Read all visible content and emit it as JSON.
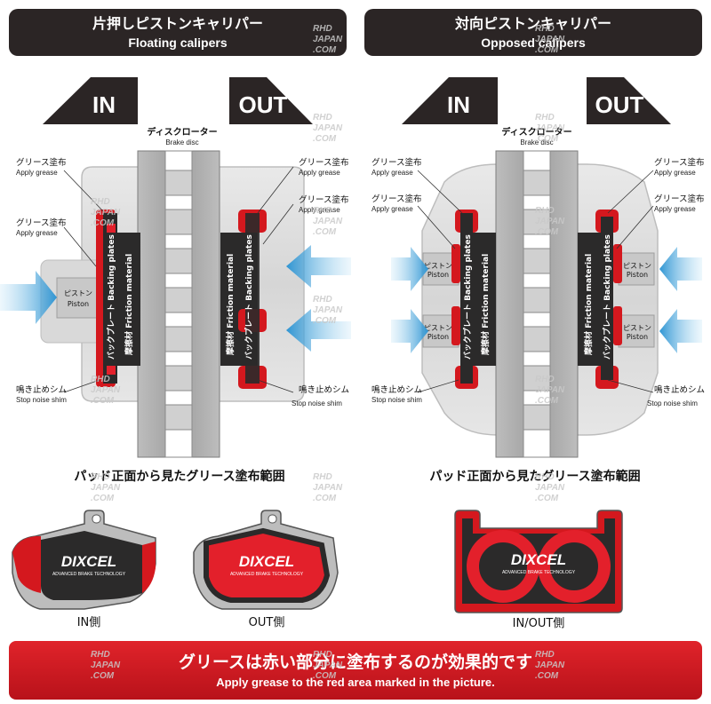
{
  "colors": {
    "header_bg": "#2b2525",
    "accent_red": "#d4181e",
    "grease_red": "#e3202b",
    "pad_dark": "#2b2a2a",
    "arrow_blue": "#3aa0d8",
    "caliper_gray": "#dcdcdc"
  },
  "left_panel": {
    "title_jp": "片押しピストンキャリパー",
    "title_en": "Floating calipers",
    "arrow_in": "IN",
    "arrow_out": "OUT",
    "disc_jp": "ディスクローター",
    "disc_en": "Brake disc",
    "grease_jp": "グリース塗布",
    "grease_en": "Apply grease",
    "shim_jp": "鳴き止めシム",
    "shim_en": "Stop noise shim",
    "piston_jp": "ピストン",
    "piston_en": "Piston",
    "backing_label": "バックプレート Backing plates",
    "friction_label": "摩擦材 Friction material"
  },
  "right_panel": {
    "title_jp": "対向ピストンキャリパー",
    "title_en": "Opposed calipers",
    "arrow_in": "IN",
    "arrow_out": "OUT",
    "disc_jp": "ディスクローター",
    "disc_en": "Brake disc",
    "grease_jp": "グリース塗布",
    "grease_en": "Apply grease",
    "shim_jp": "鳴き止めシム",
    "shim_en": "Stop noise shim",
    "piston_jp": "ピストン",
    "piston_en": "Piston",
    "backing_label": "バックプレート Backing plates",
    "friction_label": "摩擦材 Friction material"
  },
  "pads_section": {
    "heading_left": "パッド正面から見たグリース塗布範囲",
    "heading_right": "パッド正面から見たグリース塗布範囲",
    "brand": "DIXCEL",
    "brand_sub": "ADVANCED BRAKE TECHNOLOGY",
    "label_in": "IN側",
    "label_out": "OUT側",
    "label_inout": "IN/OUT側"
  },
  "banner": {
    "jp": "グリースは赤い部分に塗布するのが効果的です",
    "en": "Apply grease to the red area marked in the picture."
  },
  "watermark": [
    "RHD",
    "JAPAN",
    ".COM"
  ]
}
